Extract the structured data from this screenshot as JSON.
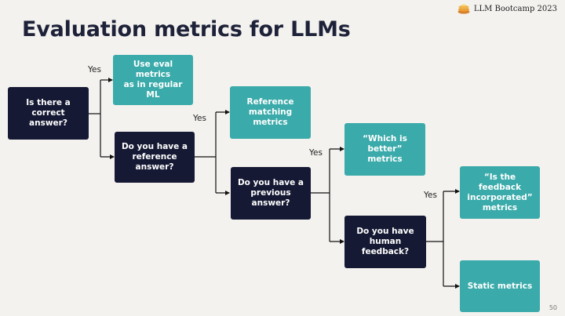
{
  "slide": {
    "title": "Evaluation metrics for LLMs",
    "brand": "LLM Bootcamp 2023",
    "page_number": "50"
  },
  "nodes": {
    "q1": "Is there a\ncorrect answer?",
    "q2": "Do you have a\nreference\nanswer?",
    "q3": "Do you have a\nprevious\nanswer?",
    "q4": "Do you have\nhuman\nfeedback?",
    "m1": "Use eval metrics\nas in regular ML",
    "m2": "Reference\nmatching\nmetrics",
    "m3": "“Which is\nbetter” metrics",
    "m4": "“Is the feedback\nincorporated”\nmetrics",
    "m5": "Static metrics"
  },
  "edge_labels": {
    "yes1": "Yes",
    "yes2": "Yes",
    "yes3": "Yes",
    "yes4": "Yes"
  },
  "colors": {
    "question_box": "#151933",
    "metric_box": "#3aaaaa",
    "background": "#f3f2ef"
  }
}
